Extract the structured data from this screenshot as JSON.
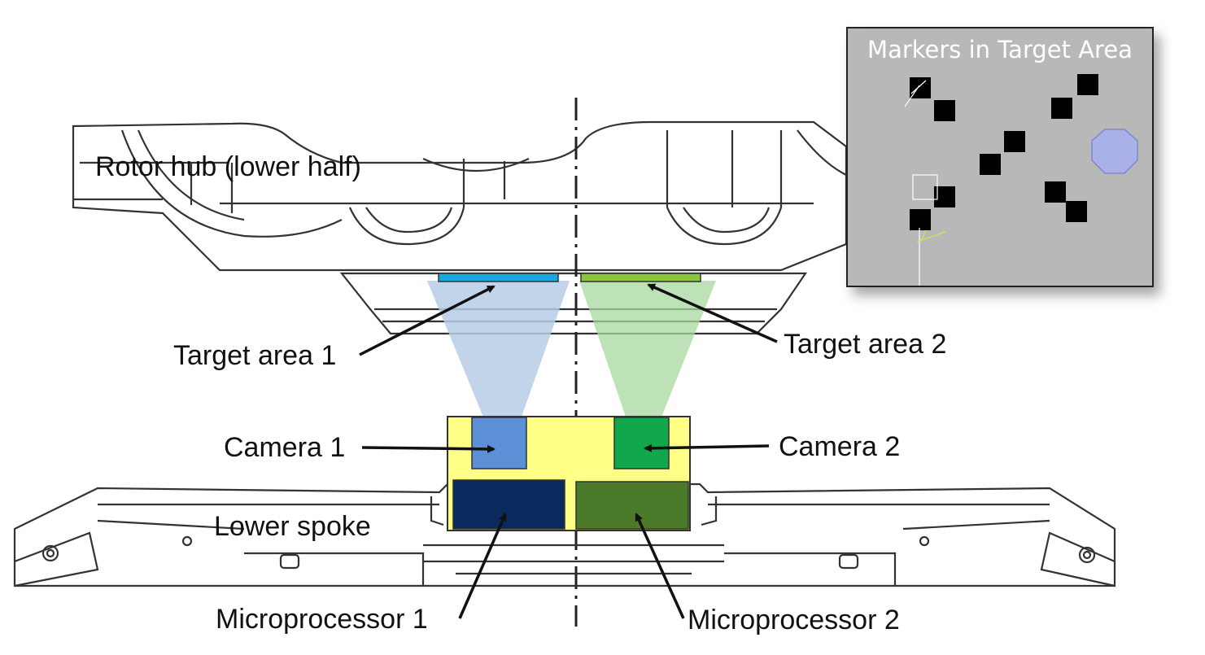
{
  "labels": {
    "rotor_hub": "Rotor hub (lower half)",
    "target_area_1": "Target area 1",
    "target_area_2": "Target area 2",
    "camera_1": "Camera 1",
    "camera_2": "Camera 2",
    "lower_spoke": "Lower spoke",
    "microprocessor_1": "Microprocessor 1",
    "microprocessor_2": "Microprocessor 2"
  },
  "inset": {
    "title": "Markers in Target Area"
  },
  "colors": {
    "target_area_1": "#1aa7e0",
    "target_area_2": "#8cc63f",
    "camera_1": "#5b8fd6",
    "camera_2": "#10a84a",
    "microprocessor_1": "#0a2a5e",
    "microprocessor_2": "#4a7a2a",
    "camera_module": "#ffff88",
    "beam_1": "#b7cde6",
    "beam_2": "#a8d8a0",
    "inset_bg": "#b8b8b8",
    "line": "#222222"
  }
}
